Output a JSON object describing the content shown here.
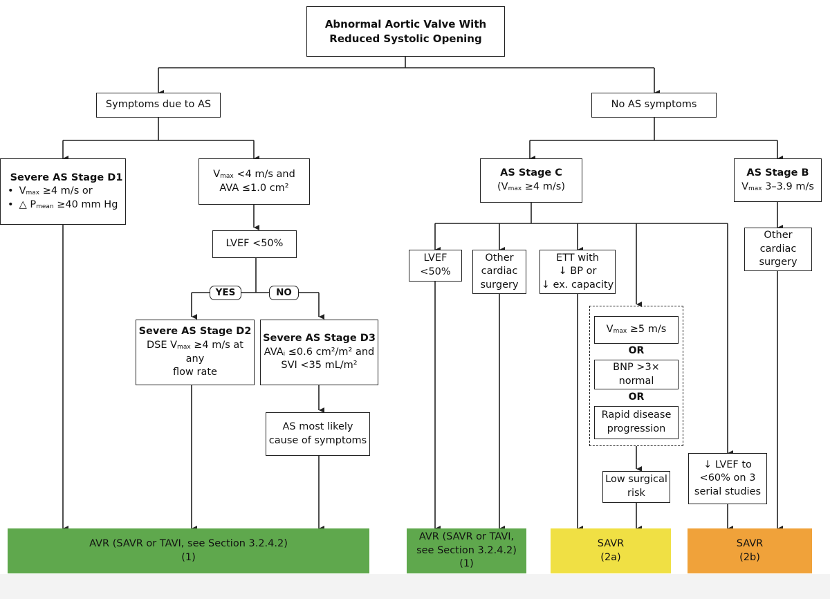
{
  "root": {
    "line1": "Abnormal Aortic Valve With",
    "line2": "Reduced Systolic Opening"
  },
  "symptoms": {
    "label": "Symptoms due to AS"
  },
  "no_symptoms": {
    "label": "No AS symptoms"
  },
  "d1": {
    "title": "Severe AS Stage D1",
    "b1_pre": "V",
    "b1_sub": "max",
    "b1_post": " ≥4 m/s or",
    "b2_pre": "△ P",
    "b2_sub": "mean",
    "b2_post": " ≥40 mm Hg"
  },
  "vmax_low": {
    "l1_pre": "V",
    "l1_sub": "max",
    "l1_post": " <4 m/s and",
    "l2": "AVA ≤1.0 cm²"
  },
  "lvef50_left": {
    "label": "LVEF <50%"
  },
  "yes": {
    "label": "YES"
  },
  "no": {
    "label": "NO"
  },
  "d2": {
    "title": "Severe AS Stage D2",
    "l1_pre": "DSE V",
    "l1_sub": "max",
    "l1_post": " ≥4 m/s at any",
    "l2": "flow rate"
  },
  "d3": {
    "title": "Severe AS Stage D3",
    "l1_pre": "AVA",
    "l1_sub": "i",
    "l1_post": " ≤0.6 cm²/m² and",
    "l2": "SVI <35 mL/m²"
  },
  "likely": {
    "l1": "AS most likely",
    "l2": "cause of symptoms"
  },
  "stage_c": {
    "title": "AS Stage C",
    "l1_pre": "(V",
    "l1_sub": "max",
    "l1_post": " ≥4 m/s)"
  },
  "stage_b": {
    "title": "AS Stage B",
    "l1_pre": "V",
    "l1_sub": "max",
    "l1_post": " 3–3.9 m/s"
  },
  "c_lvef": {
    "l1": "LVEF",
    "l2": "<50%"
  },
  "c_other": {
    "l1": "Other",
    "l2": "cardiac",
    "l3": "surgery"
  },
  "c_ett": {
    "l1": "ETT with",
    "l2": "↓ BP or",
    "l3": "↓ ex. capacity"
  },
  "vmax5": {
    "pre": "V",
    "sub": "max",
    "post": " ≥5 m/s"
  },
  "or1": {
    "label": "OR"
  },
  "bnp": {
    "label": "BNP >3× normal"
  },
  "or2": {
    "label": "OR"
  },
  "rapid": {
    "l1": "Rapid disease",
    "l2": "progression"
  },
  "low_risk": {
    "l1": "Low surgical",
    "l2": "risk"
  },
  "lvef60": {
    "l1": "↓ LVEF to",
    "l2": "<60% on 3",
    "l3": "serial studies"
  },
  "b_other": {
    "l1": "Other",
    "l2": "cardiac",
    "l3": "surgery"
  },
  "out1": {
    "l1": "AVR (SAVR or TAVI, see Section 3.2.4.2)",
    "l2": "(1)",
    "color": "#5fa84d"
  },
  "out2": {
    "l1": "AVR (SAVR or TAVI,",
    "l2": "see Section 3.2.4.2)",
    "l3": "(1)",
    "color": "#5fa84d"
  },
  "out3": {
    "l1": "SAVR",
    "l2": "(2a)",
    "color": "#f0e044"
  },
  "out4": {
    "l1": "SAVR",
    "l2": "(2b)",
    "color": "#f0a23a"
  }
}
